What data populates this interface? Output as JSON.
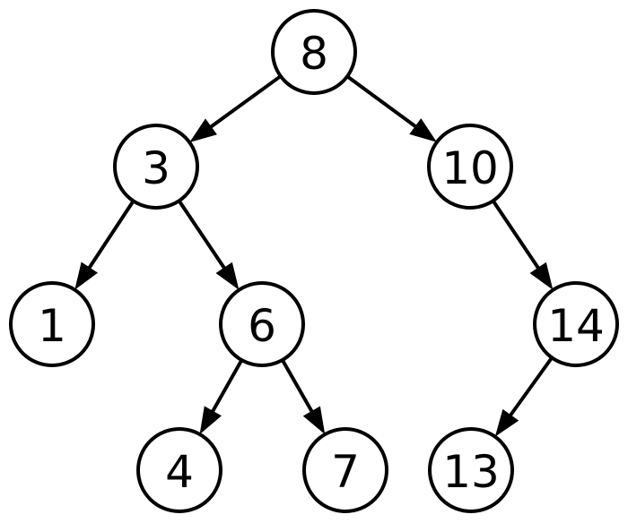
{
  "tree": {
    "nodes": [
      {
        "id": "n8",
        "label": "8"
      },
      {
        "id": "n3",
        "label": "3"
      },
      {
        "id": "n10",
        "label": "10"
      },
      {
        "id": "n1",
        "label": "1"
      },
      {
        "id": "n6",
        "label": "6"
      },
      {
        "id": "n14",
        "label": "14"
      },
      {
        "id": "n4",
        "label": "4"
      },
      {
        "id": "n7",
        "label": "7"
      },
      {
        "id": "n13",
        "label": "13"
      }
    ],
    "edges": [
      {
        "from": "n8",
        "to": "n3"
      },
      {
        "from": "n8",
        "to": "n10"
      },
      {
        "from": "n3",
        "to": "n1"
      },
      {
        "from": "n3",
        "to": "n6"
      },
      {
        "from": "n10",
        "to": "n14"
      },
      {
        "from": "n6",
        "to": "n4"
      },
      {
        "from": "n6",
        "to": "n7"
      },
      {
        "from": "n14",
        "to": "n13"
      }
    ]
  }
}
